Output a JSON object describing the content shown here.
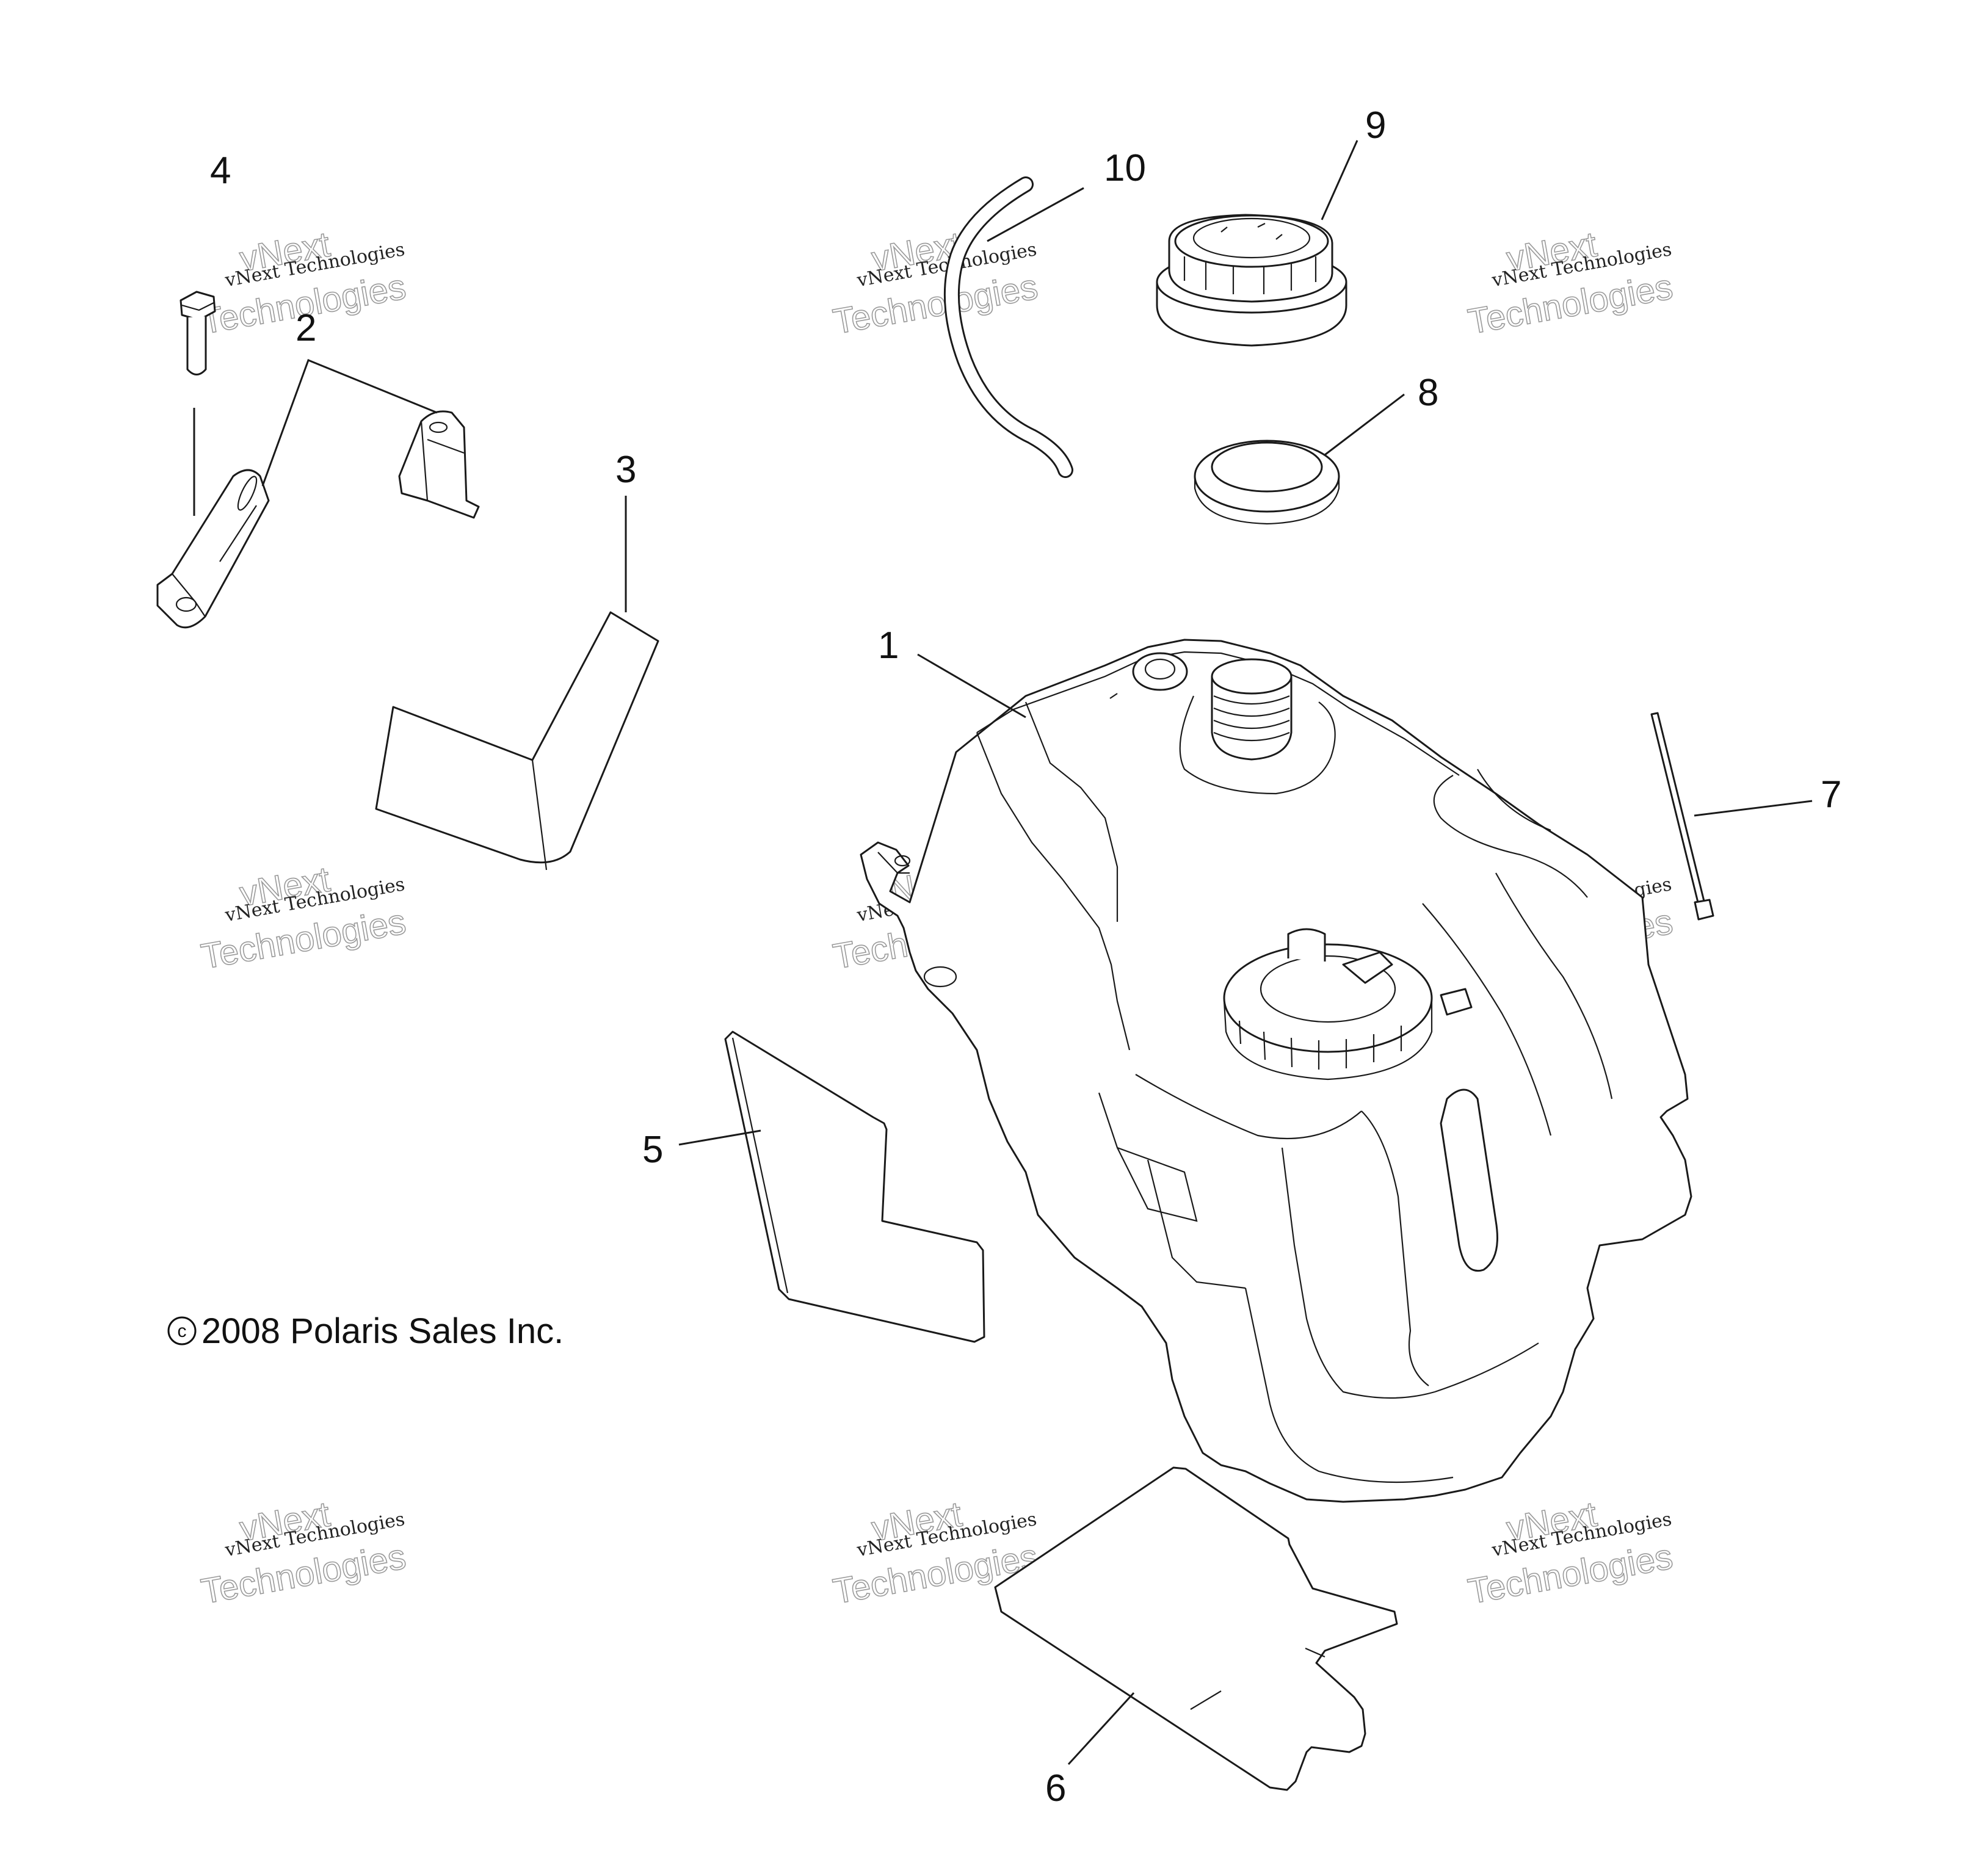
{
  "callouts": {
    "c1": "1",
    "c2": "2",
    "c3": "3",
    "c4": "4",
    "c5": "5",
    "c6": "6",
    "c7": "7",
    "c8": "8",
    "c9": "9",
    "c10": "10"
  },
  "copyright": "2008 Polaris Sales Inc.",
  "copyright_symbol": "c",
  "watermark": {
    "line_a": "vNext Technologies",
    "line_b": "vNext",
    "line_c": "Technologies"
  }
}
